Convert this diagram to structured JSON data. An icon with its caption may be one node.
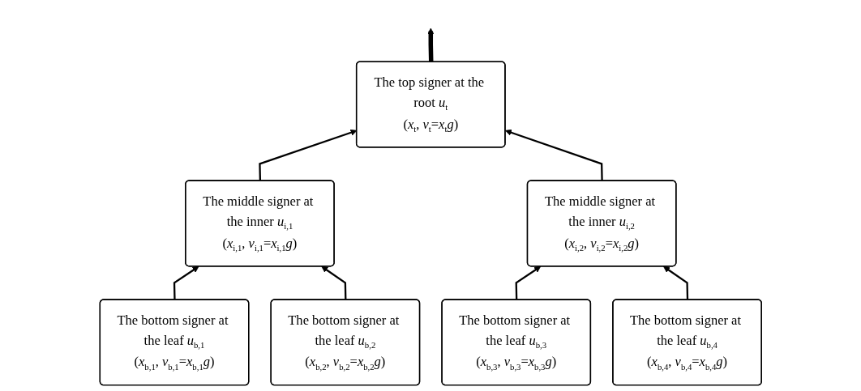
{
  "diagram": {
    "nodes": [
      {
        "text": [
          "The top signer at the root *u*$_{t}$",
          "(*x*$_{t}$, *v*$_{t}$=*x*$_{t}$*g*)"
        ]
      },
      {
        "text": [
          "The middle signer at the inner *u*$_{i,1}$",
          "(*x*$_{i,1}$, *v*$_{i,1}$=*x*$_{i,1}$*g*)"
        ]
      },
      {
        "text": [
          "The middle signer at the inner *u*$_{i,2}$",
          "(*x*$_{i,2}$, *v*$_{i,2}$=*x*$_{i,2}$*g*)"
        ]
      },
      {
        "text": [
          "The bottom signer at the leaf *u*$_{b,1}$",
          "(*x*$_{b,1}$, *v*$_{b,1}$=*x*$_{b,1}$*g*)"
        ]
      },
      {
        "text": [
          "The bottom signer at the leaf *u*$_{b,2}$",
          "(*x*$_{b,2}$, *v*$_{b,2}$=*x*$_{b,2}$*g*)"
        ]
      },
      {
        "text": [
          "The bottom signer at the leaf *u*$_{b,3}$",
          "(*x*$_{b,3}$, *v*$_{b,3}$=*x*$_{b,3}$*g*)"
        ]
      },
      {
        "text": [
          "The bottom signer at the leaf *u*$_{b,4}$",
          "(*x*$_{b,4}$, *v*$_{b,4}$=*x*$_{b,4}$*g*)"
        ]
      }
    ],
    "edges": [
      {
        "from": 0,
        "to": null,
        "arrow": "to",
        "style": "thick"
      },
      {
        "from": 1,
        "to": 0,
        "arrow": "to"
      },
      {
        "from": 2,
        "to": 0,
        "arrow": "to"
      },
      {
        "from": 3,
        "to": 1,
        "arrow": "to"
      },
      {
        "from": 4,
        "to": 1,
        "arrow": "to"
      },
      {
        "from": 5,
        "to": 2,
        "arrow": "to"
      },
      {
        "from": 6,
        "to": 2,
        "arrow": "to"
      }
    ]
  }
}
